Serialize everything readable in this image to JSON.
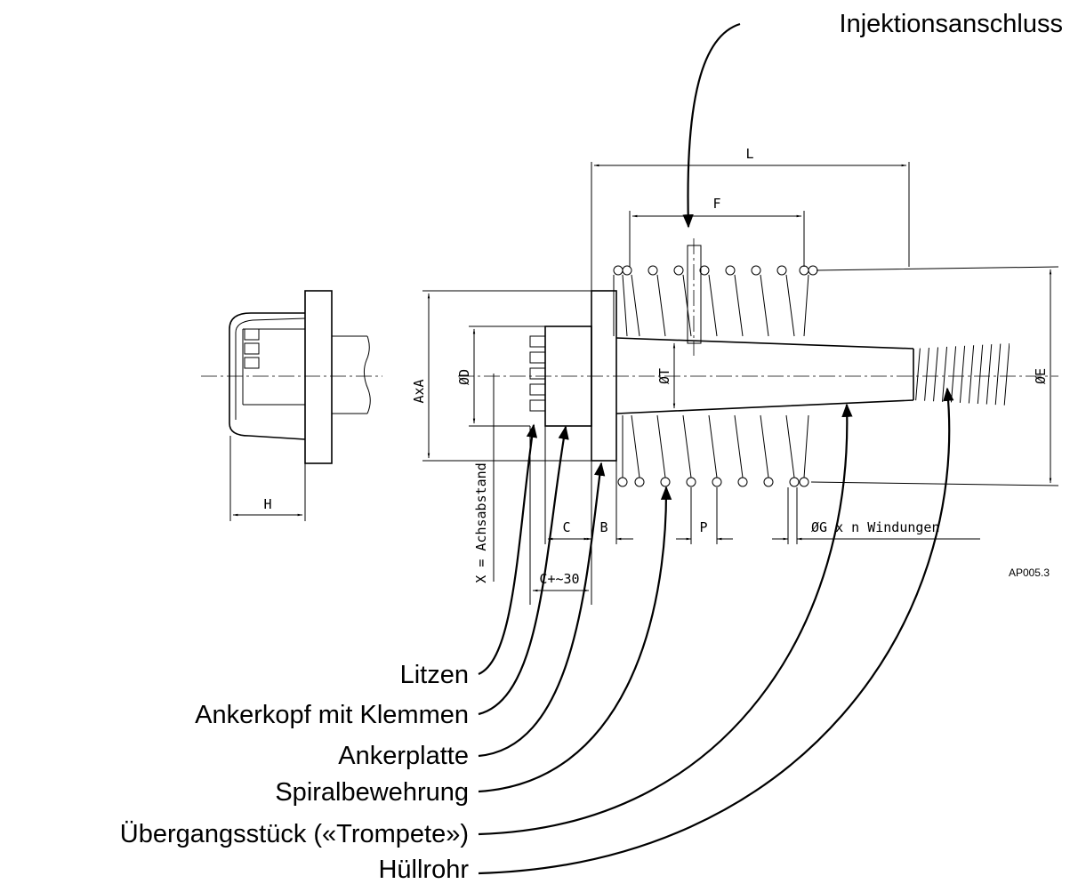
{
  "callouts": {
    "injection": "Injektionsanschluss",
    "strands": "Litzen",
    "anchor_head": "Ankerkopf mit Klemmen",
    "anchor_plate": "Ankerplatte",
    "spiral": "Spiralbewehrung",
    "trumpet": "Übergangsstück («Trompete»)",
    "duct": "Hüllrohr"
  },
  "dimensions": {
    "L": "L",
    "F": "F",
    "AxA": "AxA",
    "D": "ØD",
    "T": "ØT",
    "E": "ØE",
    "H": "H",
    "C": "C",
    "B": "B",
    "P": "P",
    "C30": "C+~30",
    "G": "ØG x n Windungen",
    "X": "X = Achsabstand"
  },
  "drawing_code": "AP005.3",
  "colors": {
    "ink": "#000000",
    "background": "#ffffff"
  }
}
